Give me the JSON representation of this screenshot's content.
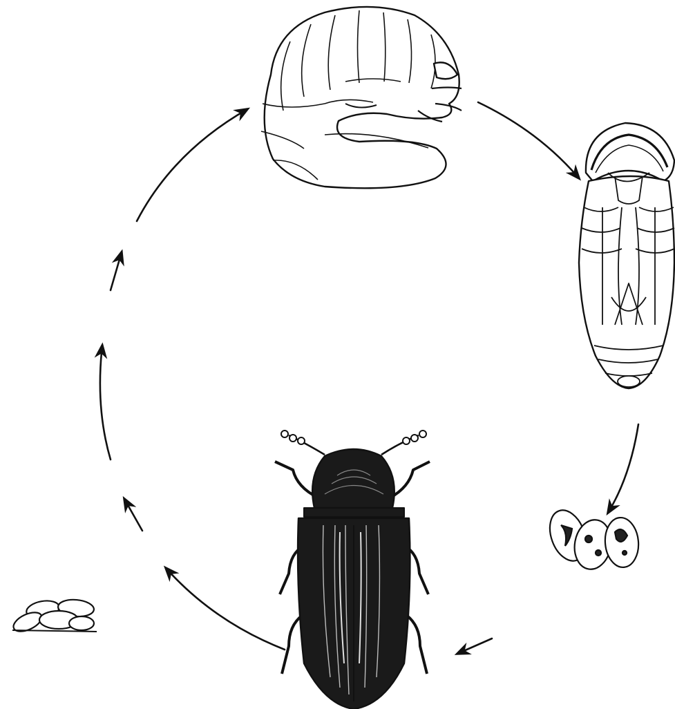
{
  "diagram": {
    "type": "life-cycle",
    "stages": [
      {
        "name": "larva",
        "icon": "curled-larva-icon"
      },
      {
        "name": "pupa",
        "icon": "pupa-icon"
      },
      {
        "name": "cocoon",
        "icon": "cocoon-cluster-icon"
      },
      {
        "name": "adult",
        "icon": "beetle-icon"
      },
      {
        "name": "eggs",
        "icon": "egg-cluster-icon"
      }
    ],
    "colors": {
      "ink": "#111111",
      "paper": "#ffffff",
      "shade": "#555555"
    }
  }
}
